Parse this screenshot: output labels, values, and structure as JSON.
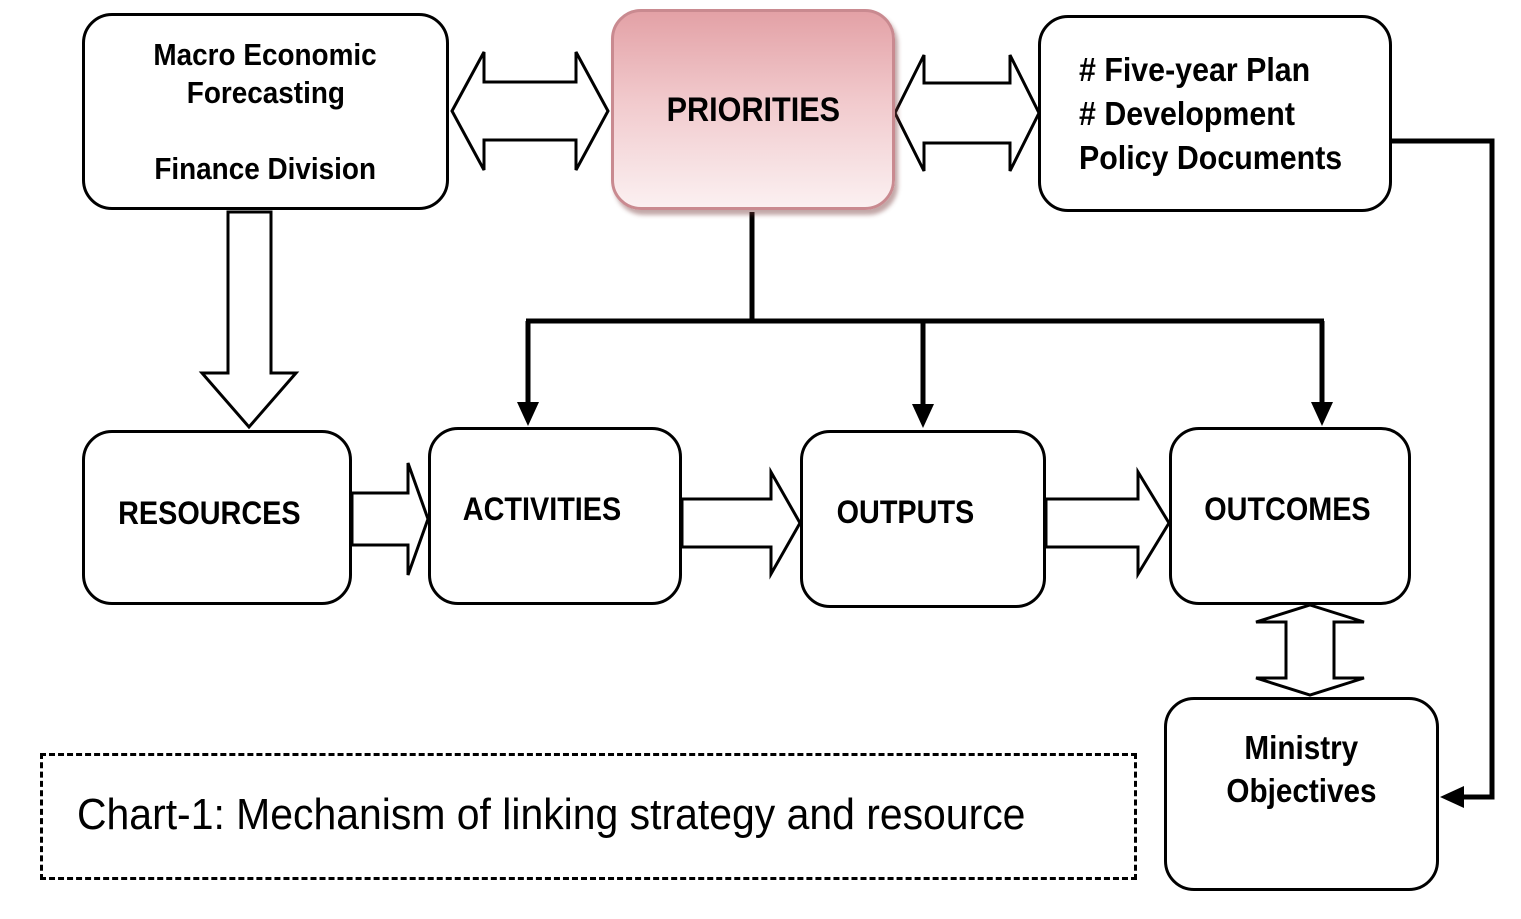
{
  "diagram": {
    "nodes": {
      "macro": {
        "lines": [
          "Macro Economic",
          "Forecasting",
          "",
          "Finance Division"
        ]
      },
      "priorities": {
        "label": "PRIORITIES",
        "fill": "#f1c9cc"
      },
      "policy": {
        "lines": [
          "# Five-year Plan",
          "# Development",
          "Policy Documents"
        ]
      },
      "resources": {
        "label": "RESOURCES"
      },
      "activities": {
        "label": "ACTIVITIES"
      },
      "outputs": {
        "label": "OUTPUTS"
      },
      "outcomes": {
        "label": "OUTCOMES"
      },
      "ministry": {
        "lines": [
          "Ministry",
          "Objectives"
        ]
      }
    },
    "edges": [
      {
        "from": "macro",
        "to": "priorities",
        "style": "double-headed-block-arrow"
      },
      {
        "from": "priorities",
        "to": "policy",
        "style": "double-headed-block-arrow"
      },
      {
        "from": "macro",
        "to": "resources",
        "style": "block-arrow"
      },
      {
        "from": "priorities",
        "to": "activities",
        "style": "line-arrow"
      },
      {
        "from": "priorities",
        "to": "outputs",
        "style": "line-arrow"
      },
      {
        "from": "priorities",
        "to": "outcomes",
        "style": "line-arrow"
      },
      {
        "from": "resources",
        "to": "activities",
        "style": "block-arrow"
      },
      {
        "from": "activities",
        "to": "outputs",
        "style": "block-arrow"
      },
      {
        "from": "outputs",
        "to": "outcomes",
        "style": "block-arrow"
      },
      {
        "from": "outcomes",
        "to": "ministry",
        "style": "double-headed-block-arrow"
      },
      {
        "from": "policy",
        "to": "ministry",
        "style": "line-arrow"
      }
    ],
    "caption": "Chart-1: Mechanism of linking strategy and resource"
  }
}
